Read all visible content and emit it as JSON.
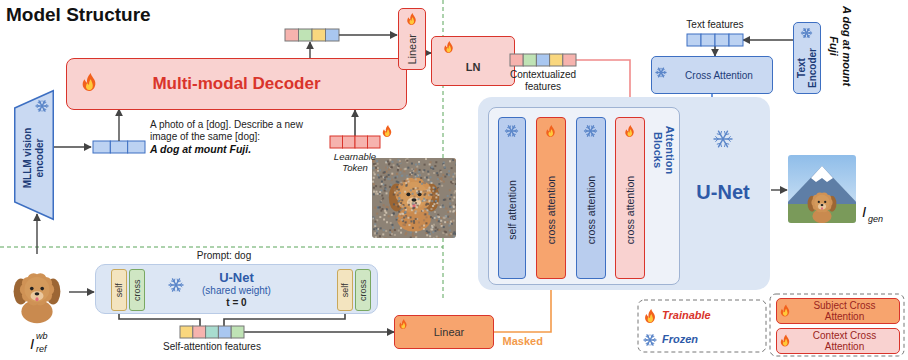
{
  "diagram": {
    "title": "Model Structure",
    "nodes": [
      {
        "text": [
          "MLLM vision encoder"
        ]
      },
      {
        "text": [
          "Multi-modal Decoder"
        ]
      },
      {
        "text": [
          "Learnable Token"
        ]
      },
      {
        "text": [
          "Linear"
        ]
      },
      {
        "text": [
          "LN"
        ]
      },
      {
        "text": [
          "Contextualized features"
        ]
      },
      {
        "text": [
          "Text features"
        ]
      },
      {
        "text": [
          "Text Encoder"
        ]
      },
      {
        "text": [
          "Cross Attention"
        ]
      },
      {
        "text": [
          "U-Net"
        ]
      },
      {
        "text": [
          "Attention Blocks"
        ],
        "in": 9
      },
      {
        "text": [
          "self attention"
        ],
        "in": 10
      },
      {
        "text": [
          "cross attention"
        ],
        "in": 10
      },
      {
        "text": [
          "cross attention"
        ],
        "in": 10
      },
      {
        "text": [
          "cross attention"
        ],
        "in": 10
      },
      {
        "text": [
          "Prompt: dog",
          "U-Net",
          "(shared weight)",
          "t = 0"
        ]
      },
      {
        "text": [
          "self"
        ],
        "in": 15
      },
      {
        "text": [
          "cross"
        ],
        "in": 15
      },
      {
        "text": [
          "self"
        ],
        "in": 15
      },
      {
        "text": [
          "cross"
        ],
        "in": 15
      },
      {
        "text": [
          "Self-attention features"
        ]
      },
      {
        "text": [
          "Linear"
        ]
      }
    ],
    "edges": [
      {
        "from": 2,
        "to": 1,
        "arrow": "to"
      },
      {
        "from": 3,
        "to": 4,
        "arrow": "to"
      },
      {
        "from": 4,
        "to": 5,
        "arrow": "to"
      },
      {
        "from": 5,
        "to": 14,
        "arrow": "to"
      },
      {
        "from": 7,
        "to": 6,
        "arrow": "to"
      },
      {
        "from": 6,
        "to": 8,
        "arrow": "to"
      },
      {
        "from": 8,
        "to": 13,
        "arrow": "to"
      },
      {
        "from": 16,
        "to": 20,
        "arrow": "none"
      },
      {
        "from": 18,
        "to": 20,
        "arrow": "none"
      },
      {
        "from": 20,
        "to": 21,
        "arrow": "to"
      },
      {
        "from": 21,
        "to": 12,
        "arrow": "to",
        "label": "Masked"
      }
    ],
    "labels": [
      "A photo of a [dog]. Describe a new image of the same [dog]:",
      "A dog at mount Fuji.",
      "A dog at mount Fuji",
      "I",
      "gen",
      "I",
      "wb",
      "ref"
    ],
    "legend": [
      {
        "text": "Trainable"
      },
      {
        "text": "Frozen"
      },
      {
        "text": "Subject Cross Attention",
        "color": "#f7a46e"
      },
      {
        "text": "Context Cross Attention",
        "color": "#f9d2d0"
      }
    ]
  }
}
